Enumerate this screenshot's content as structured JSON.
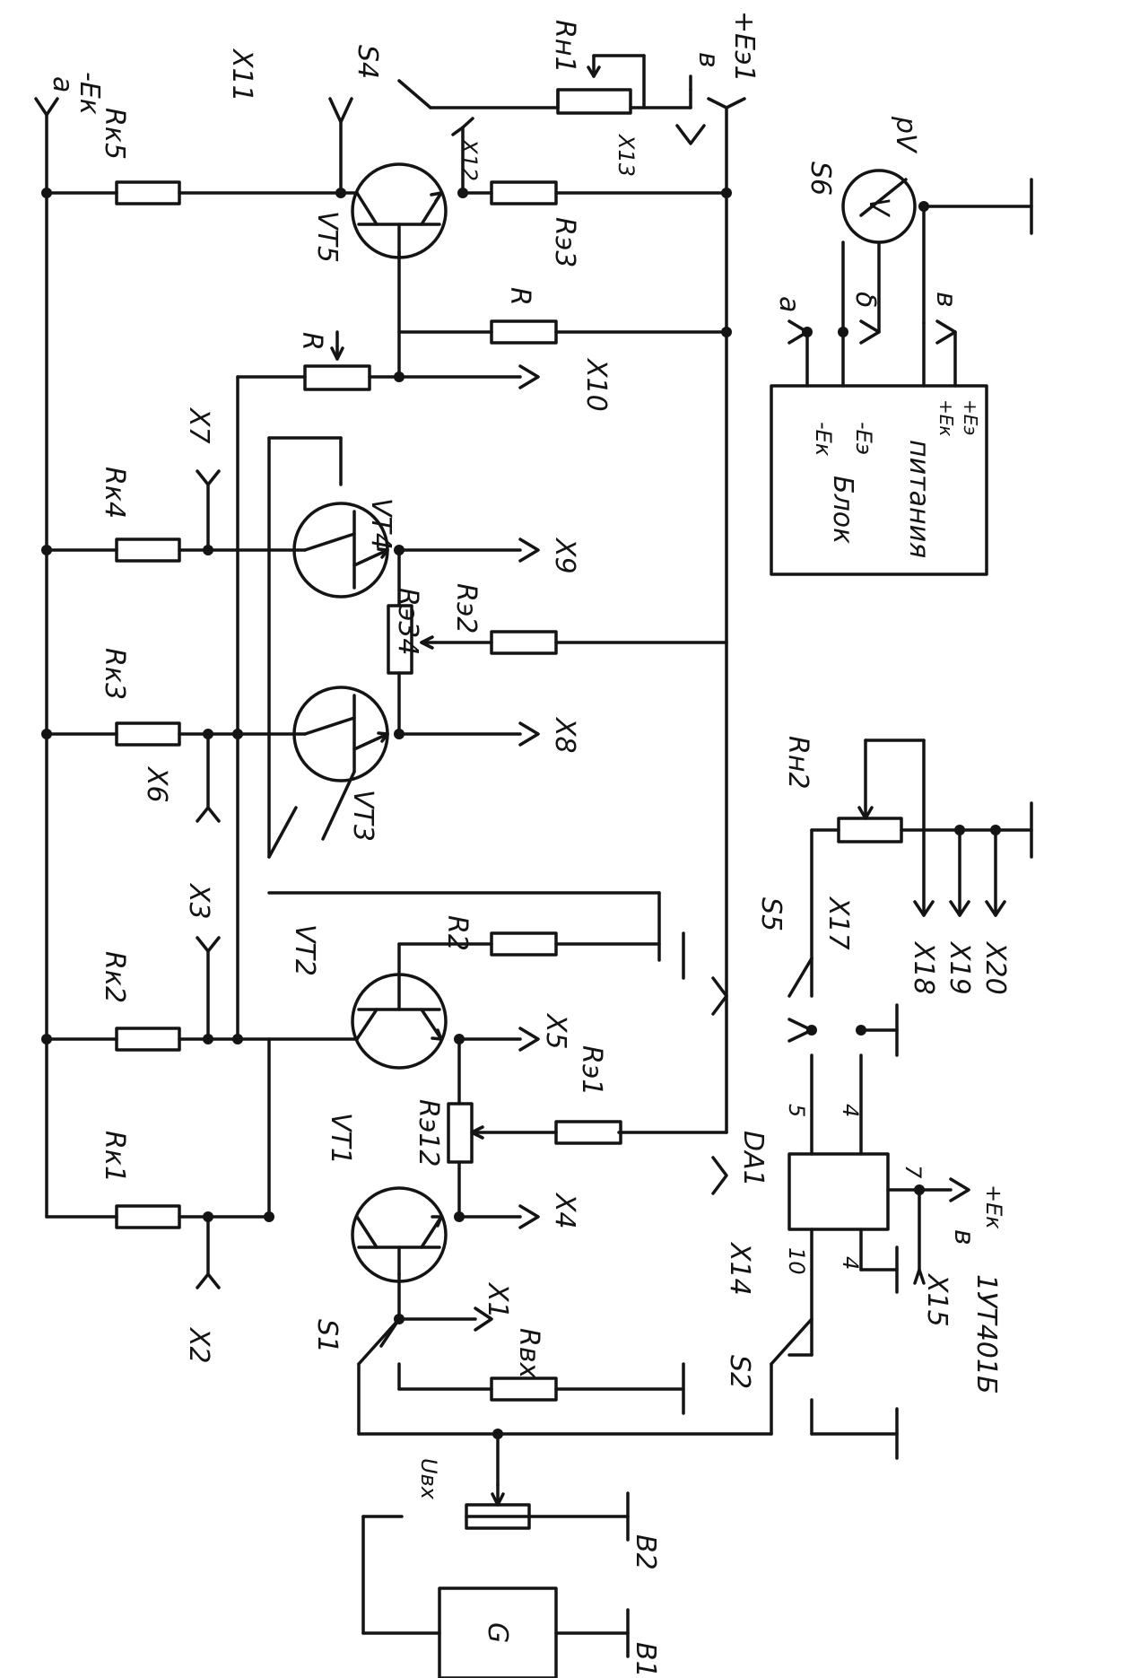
{
  "labels": {
    "ek_top": "-Eк",
    "a_top": "a",
    "rk5": "Rк5",
    "x11": "X11",
    "s4": "S4",
    "rn1": "Rн1",
    "v_top": "в",
    "ee1": "+Eэ1",
    "vt5": "VT5",
    "x12": "X12",
    "x13": "X13",
    "re3": "Rэ3",
    "s6": "S6",
    "pv": "pV",
    "voltmeter": "V",
    "r_top": "R",
    "r_pot": "R",
    "x10": "X10",
    "ya": "a",
    "yb": "δ",
    "yv": "в",
    "psu_ek": "-Eк",
    "psu_ee": "-Eэ",
    "psu_blok": "Блок",
    "psu_pit": "питания",
    "psu_pek": "+Eк",
    "psu_pee": "+Eэ",
    "rk4": "Rк4",
    "x7": "X7",
    "vt4": "VT4",
    "x9": "X9",
    "re34": "Rэ34",
    "re2": "Rэ2",
    "rk3": "Rк3",
    "x6": "X6",
    "vt3": "VT3",
    "x8": "X8",
    "rn2": "Rн2",
    "rk2": "Rк2",
    "x3": "X3",
    "vt2": "VT2",
    "r2": "R2",
    "x5": "X5",
    "re1": "Rэ1",
    "re12": "Rэ12",
    "s5": "S5",
    "x17": "X17",
    "x18": "X18",
    "x19": "X19",
    "x20": "X20",
    "rk1": "Rк1",
    "vt1": "VT1",
    "x4": "X4",
    "x2": "X2",
    "x1": "X1",
    "s1": "S1",
    "rvx": "Rвх",
    "da1": "DA1",
    "pin5": "5",
    "pin4a": "4",
    "pin7": "7",
    "pin10": "10",
    "pin4b": "4",
    "x14": "X14",
    "x15": "X15",
    "v_da": "в",
    "ek_da": "+Eк",
    "chip": "1УТ401Б",
    "s2": "S2",
    "uvx": "Uвх",
    "b2": "B2",
    "g": "G",
    "b1": "B1"
  }
}
